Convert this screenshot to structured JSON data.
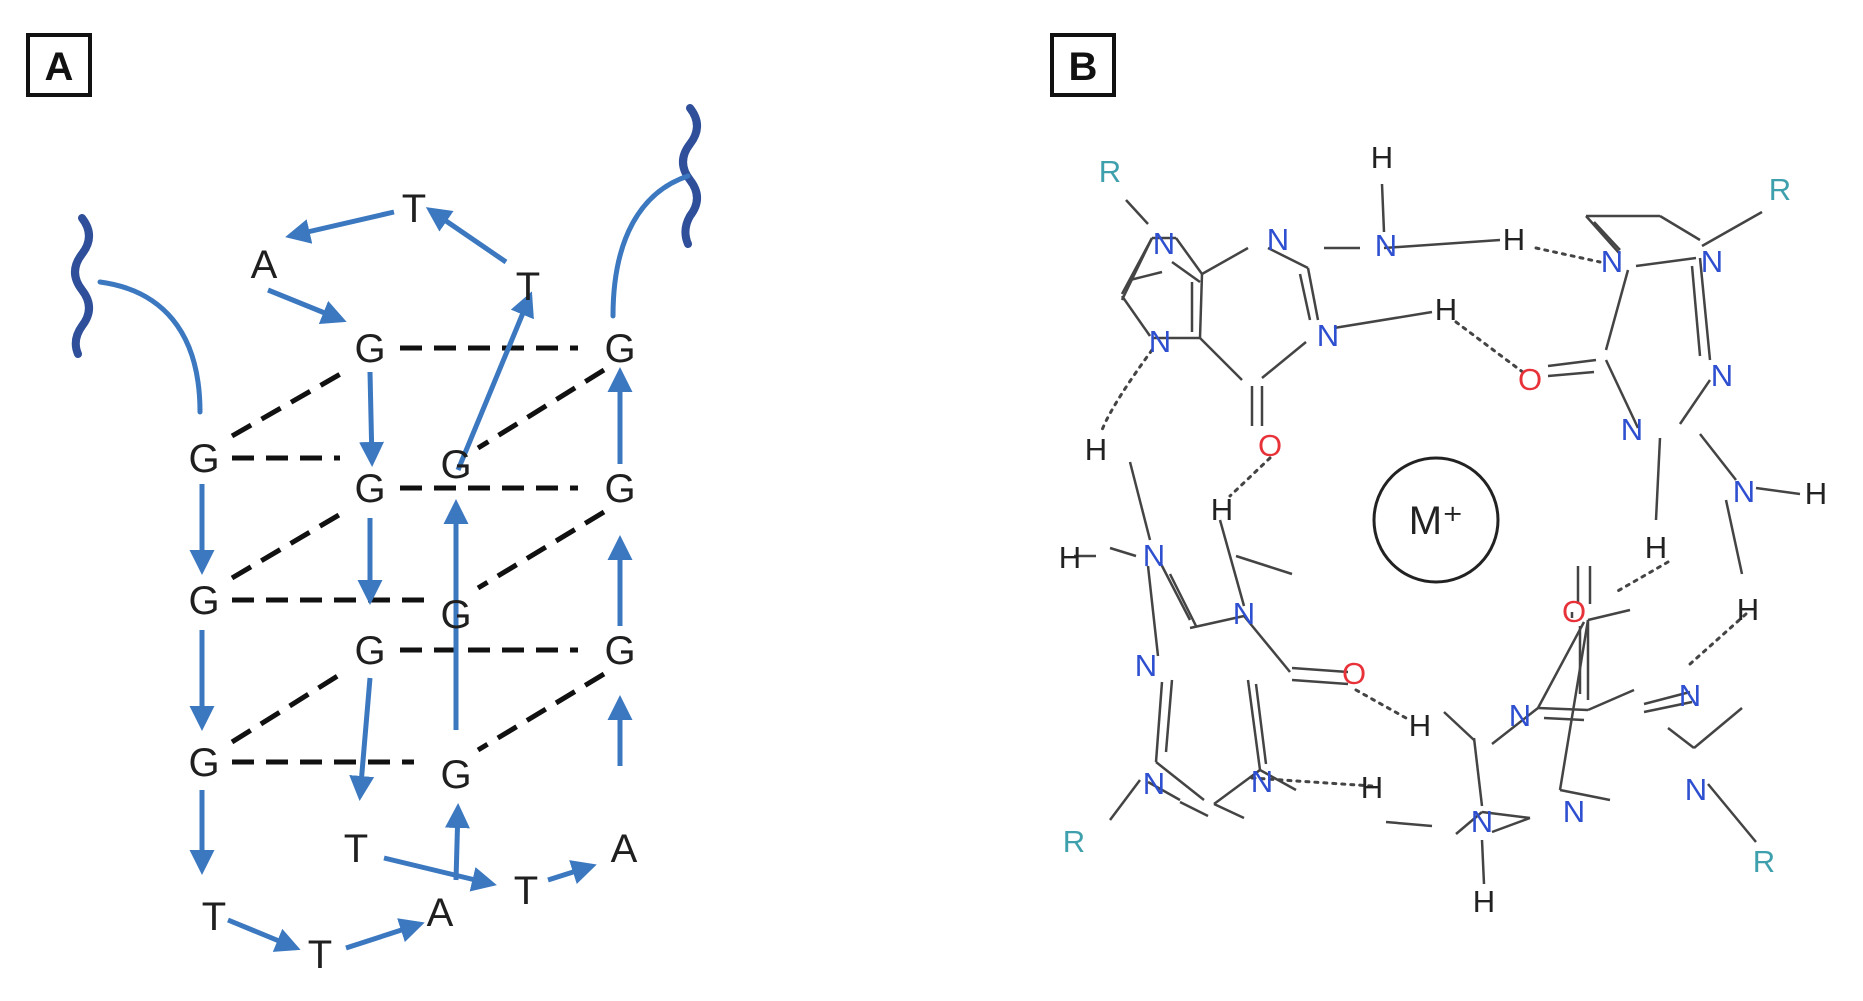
{
  "panels": {
    "a": {
      "label": "A"
    },
    "b": {
      "label": "B"
    }
  },
  "panel_a": {
    "nucleotides": {
      "g_top_front": "G",
      "g_top_back": "G",
      "g_mid_left": "G",
      "g_mid_center": "G",
      "g_mid_front": "G",
      "g_mid_back": "G",
      "g_low_left": "G",
      "g_low_center": "G",
      "g_low_front": "G",
      "g_low_back": "G",
      "g_bot_left": "G",
      "g_bot_center": "G",
      "loop_top_a": "A",
      "loop_top_t1": "T",
      "loop_top_t2": "T",
      "loop_bot_t1": "T",
      "loop_bot_t2": "T",
      "loop_bot_a1": "A",
      "loop_right_t1": "T",
      "loop_right_t2": "T",
      "loop_right_a": "A"
    }
  },
  "panel_b": {
    "cation": "M⁺",
    "atoms": {
      "N": "N",
      "O": "O",
      "H": "H",
      "R": "R"
    }
  },
  "colors": {
    "strand_blue": "#3b78c0",
    "end_wave_blue": "#2f4f9a",
    "nitrogen_blue": "#2e4fd0",
    "oxygen_red": "#e8323a",
    "r_group_teal": "#3fa0ad",
    "bond_gray": "#444444",
    "stacking_black": "#111111"
  }
}
